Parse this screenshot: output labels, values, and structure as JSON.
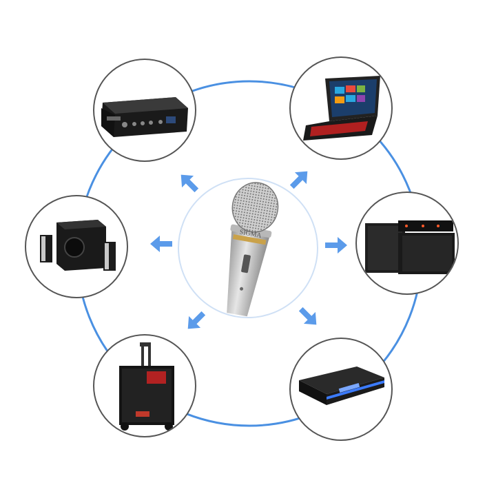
{
  "colors": {
    "ring": "#4a90e2",
    "arrow": "#5b9bea",
    "node_border": "#555555",
    "center_border": "#cfe0f5"
  },
  "center": {
    "icon": "microphone-icon",
    "brand_text": "SIGMA"
  },
  "devices": [
    {
      "name": "amplifier",
      "icon": "amplifier-icon"
    },
    {
      "name": "laptop",
      "icon": "laptop-icon"
    },
    {
      "name": "speaker-system",
      "icon": "speaker-system-icon"
    },
    {
      "name": "karaoke-player",
      "icon": "karaoke-player-icon"
    },
    {
      "name": "portable-speaker",
      "icon": "portable-speaker-icon"
    },
    {
      "name": "subwoofer-set",
      "icon": "subwoofer-set-icon"
    }
  ]
}
